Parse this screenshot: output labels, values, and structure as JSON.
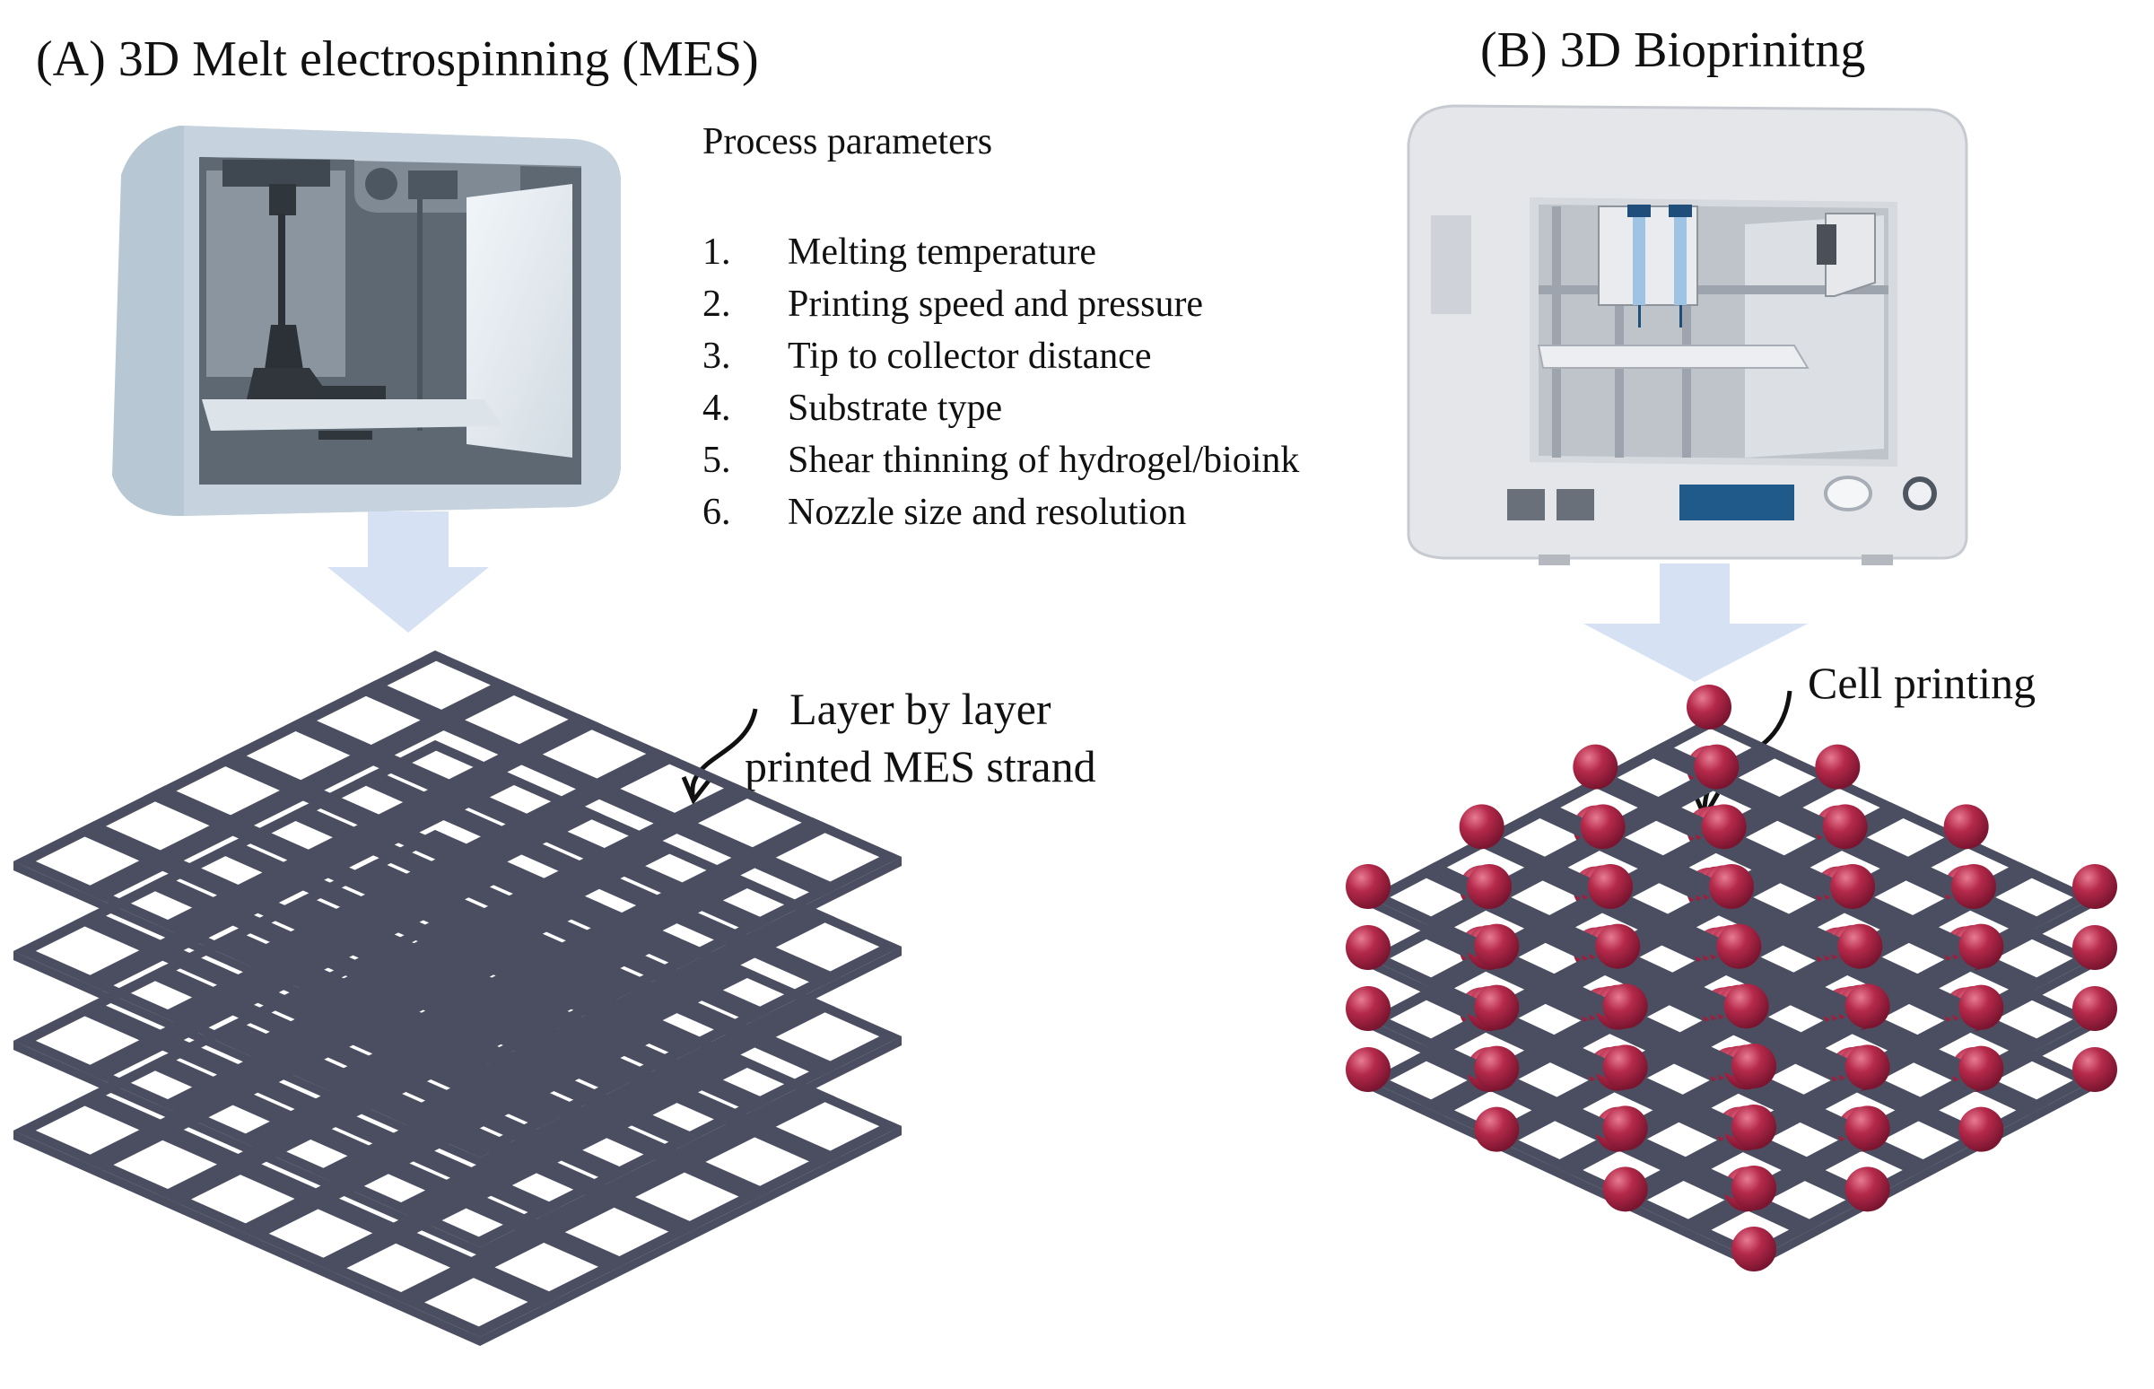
{
  "panel_a": {
    "title": "(A) 3D Melt electrospinning (MES)",
    "annotation_line1": "Layer by layer",
    "annotation_line2": "printed MES strand"
  },
  "panel_b": {
    "title": "(B) 3D Bioprinitng",
    "annotation": "Cell printing"
  },
  "process_parameters": {
    "heading": "Process parameters",
    "items": [
      {
        "num": "1.",
        "text": "Melting temperature"
      },
      {
        "num": "2.",
        "text": "Printing speed and pressure"
      },
      {
        "num": "3.",
        "text": "Tip to collector distance"
      },
      {
        "num": "4.",
        "text": "Substrate type"
      },
      {
        "num": "5.",
        "text": "Shear thinning of hydrogel/bioink"
      },
      {
        "num": "6.",
        "text": "Nozzle size and resolution"
      }
    ]
  },
  "colors": {
    "strand": "#4a4e60",
    "cell": "#b5294a",
    "arrow": "#d6e2f3",
    "printer_a": "#c6d3de",
    "printer_b": "#e4e6ea"
  },
  "icons": [
    "mes-printer-icon",
    "bioprinter-icon",
    "down-arrow-icon",
    "curved-arrow-icon"
  ]
}
